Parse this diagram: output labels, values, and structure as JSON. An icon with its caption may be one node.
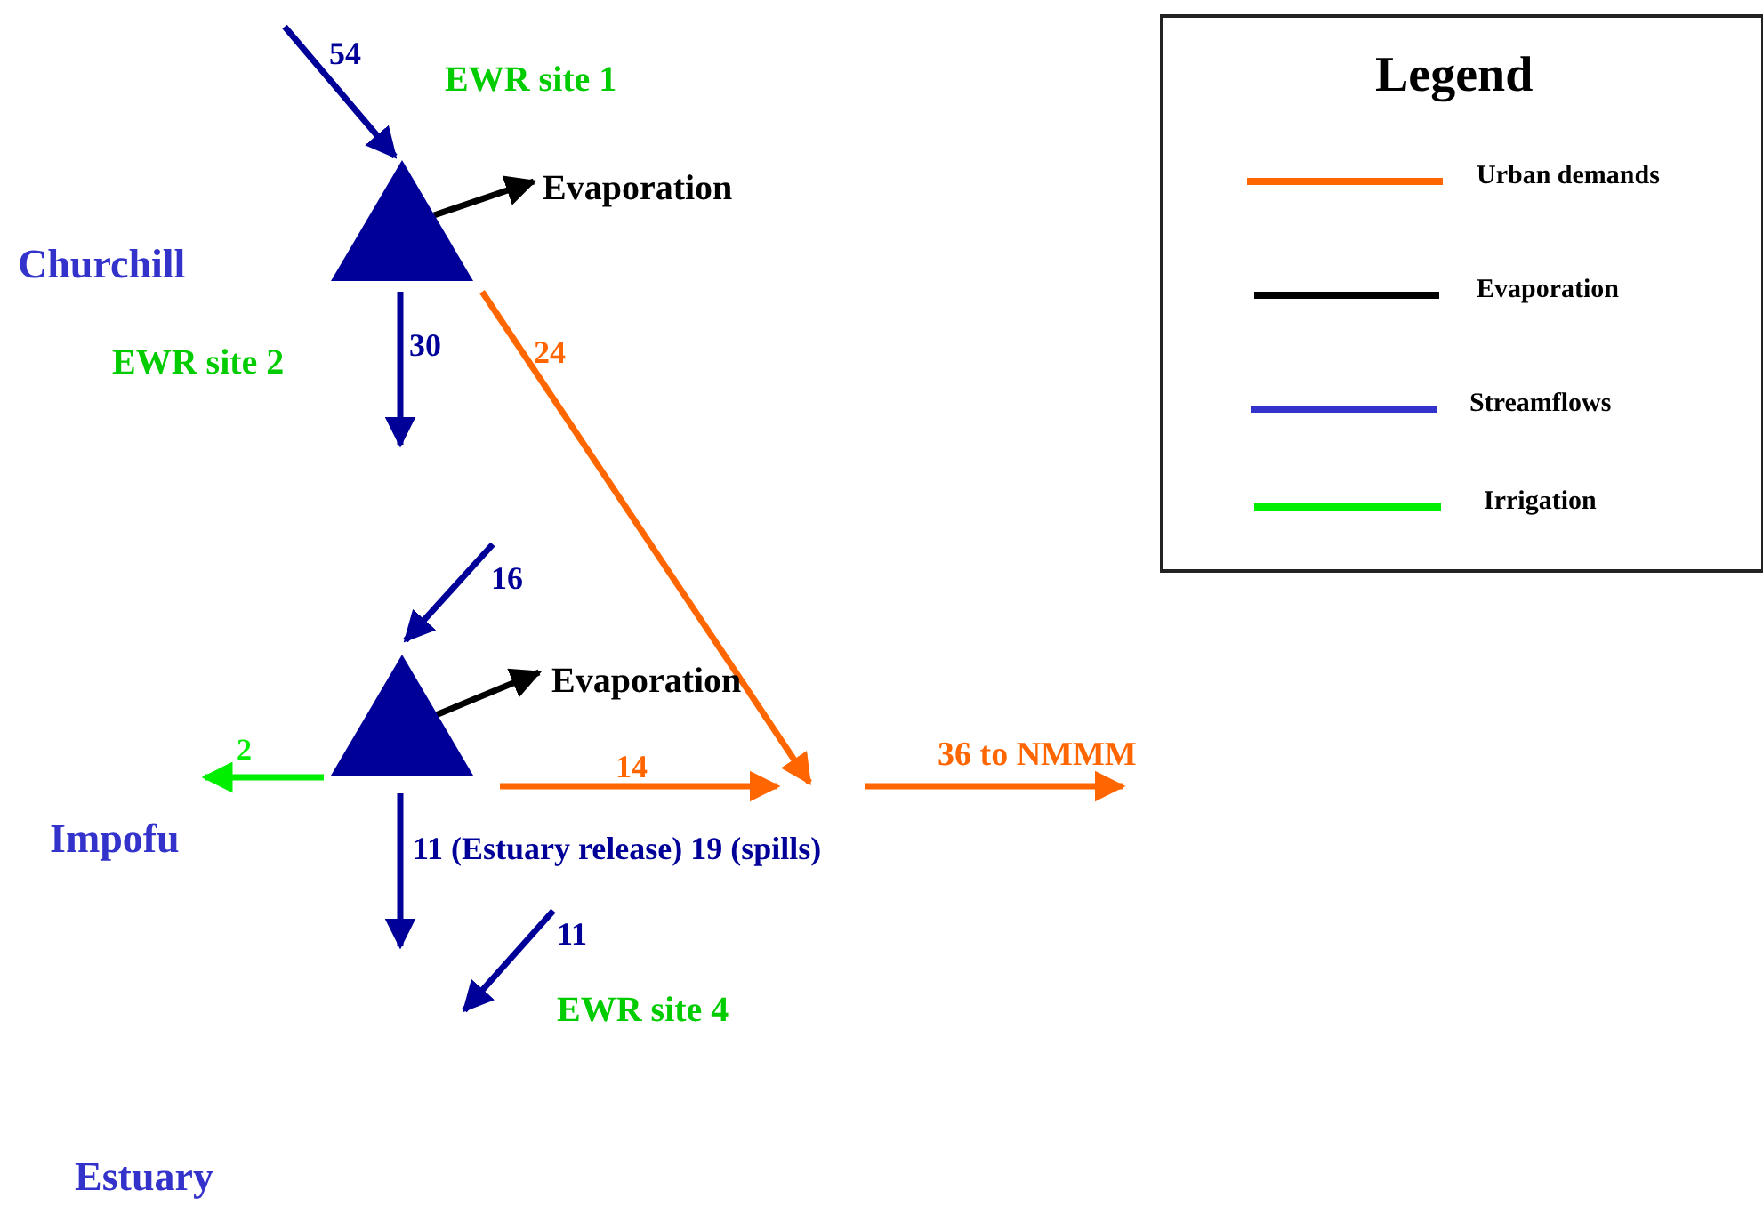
{
  "diagram": {
    "nodes": [
      {
        "text": [],
        "shape": "triangle",
        "beside": [
          "Churchill"
        ]
      },
      {
        "text": [
          "Evaporation"
        ]
      },
      {
        "text": [],
        "shape": "triangle",
        "beside": [
          "Impofu"
        ]
      },
      {
        "text": [
          "Evaporation"
        ]
      }
    ],
    "edges": [
      {
        "from": null,
        "to": 0,
        "arrow": "to",
        "label": "54"
      },
      {
        "from": 0,
        "to": 1,
        "arrow": "to",
        "color": "#000000"
      },
      {
        "from": 0,
        "to": null,
        "arrow": "to",
        "label": "30"
      },
      {
        "from": 0,
        "to": null,
        "arrow": "to",
        "label": "24",
        "color": "#ff6600"
      },
      {
        "from": null,
        "to": 2,
        "arrow": "to",
        "label": "16"
      },
      {
        "from": 2,
        "to": 3,
        "arrow": "to",
        "color": "#000000"
      },
      {
        "from": 2,
        "to": null,
        "arrow": "to",
        "label": "2",
        "color": "#00ee00"
      },
      {
        "from": 2,
        "to": null,
        "arrow": "to",
        "label": "14",
        "color": "#ff6600"
      },
      {
        "from": 2,
        "to": null,
        "arrow": "to",
        "label": "11 (Estuary release) 19 (spills)"
      }
    ],
    "labels": [
      "EWR site 1",
      "EWR site 2",
      "11",
      "36 to NMMM",
      "EWR site 4",
      "Estuary",
      "Legend"
    ],
    "legend": [
      {
        "text": "Urban demands",
        "color": "#ff6600"
      },
      {
        "text": "Evaporation",
        "color": "#000000"
      },
      {
        "text": "Streamflows",
        "color": "#3333cc"
      },
      {
        "text": "Irrigation",
        "color": "#00ee00"
      }
    ]
  }
}
